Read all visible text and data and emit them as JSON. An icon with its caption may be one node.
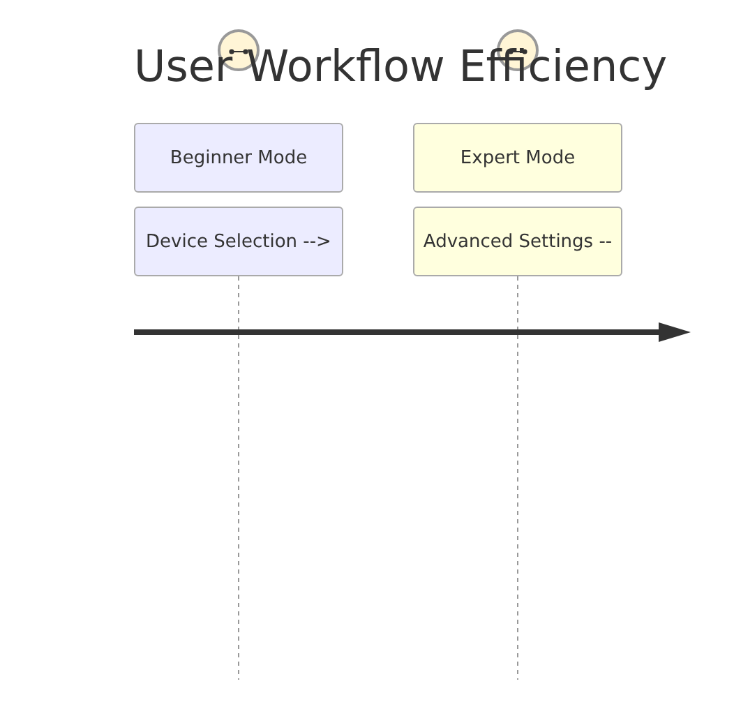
{
  "diagram": {
    "title": "User Workflow Efficiency",
    "nodes": [
      {
        "text": [
          "Beginner Mode"
        ]
      },
      {
        "text": [
          "Device Selection -->"
        ]
      },
      {
        "text": [
          "Expert Mode"
        ]
      },
      {
        "text": [
          "Advanced Settings --"
        ]
      }
    ],
    "edges": [
      {
        "from": 1,
        "to": null,
        "arrow": "none",
        "style": "dashed"
      },
      {
        "from": 3,
        "to": null,
        "arrow": "none",
        "style": "dashed"
      }
    ]
  }
}
